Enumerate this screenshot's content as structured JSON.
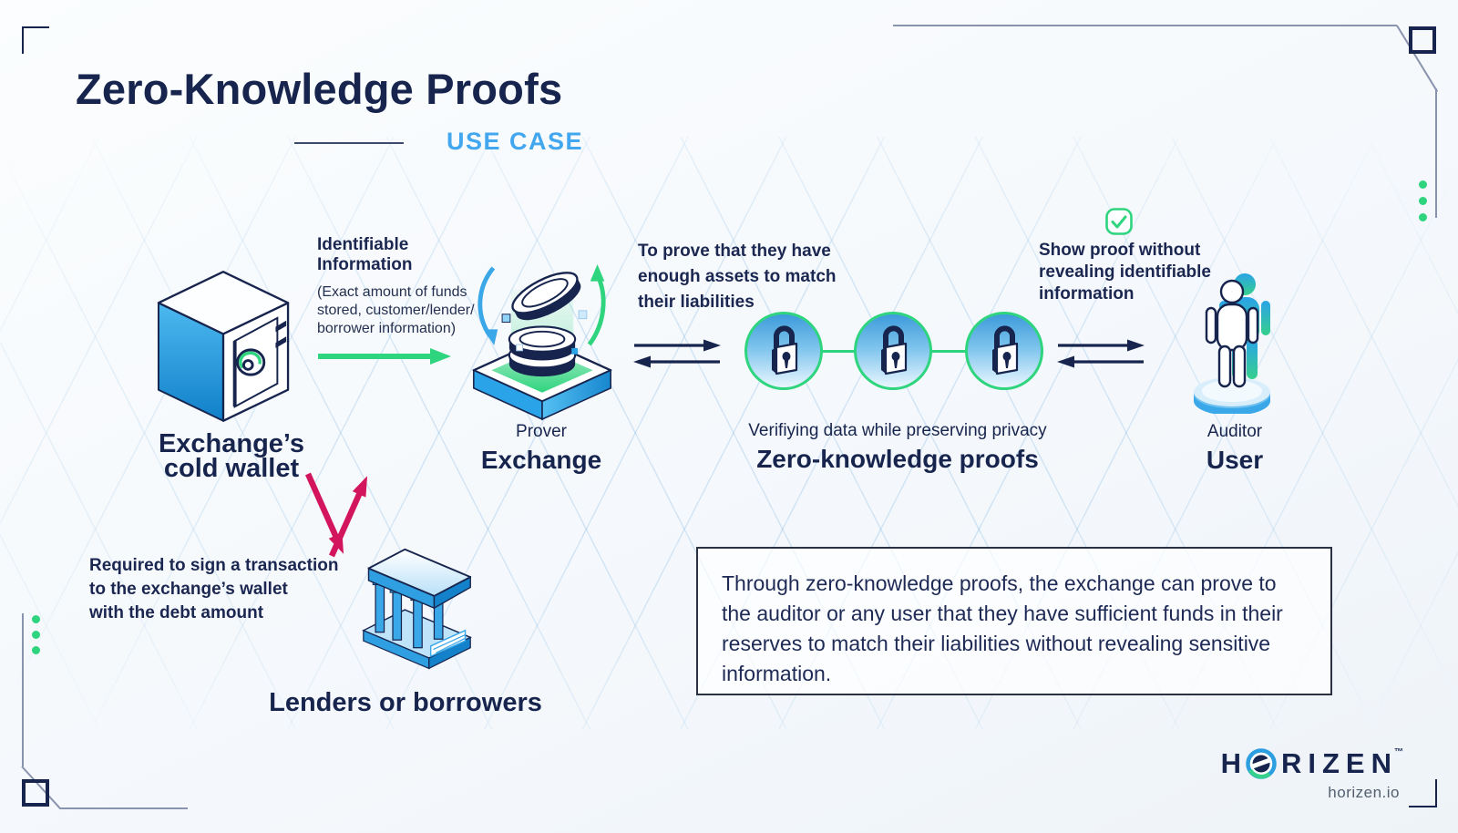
{
  "header": {
    "title": "Zero-Knowledge Proofs",
    "subtitle": "USE CASE"
  },
  "colors": {
    "navy": "#17254e",
    "accent_blue": "#42a7ee",
    "green": "#2ed47e",
    "crimson": "#d2155c",
    "icon_blue": "#2aa3e8"
  },
  "icons": {
    "cold_wallet": "safe-icon",
    "prover": "coins-platform-icon",
    "zk": "padlock-icon",
    "auditor": "person-icon",
    "lenders": "bank-icon",
    "approval": "check-icon"
  },
  "flow": {
    "cold_wallet": {
      "name_lines": [
        "Exchange’s",
        "cold wallet"
      ]
    },
    "identifiable_info": {
      "heading_lines": [
        "Identifiable",
        "Information"
      ],
      "detail_lines": [
        "(Exact amount of funds",
        "stored, customer/lender/",
        "borrower information)"
      ]
    },
    "prover": {
      "role": "Prover",
      "name": "Exchange"
    },
    "prove_note_lines": [
      "To prove that they have",
      "enough assets to match",
      "their liabilities"
    ],
    "zk": {
      "caption": "Verifiying data while preserving privacy",
      "name": "Zero-knowledge proofs"
    },
    "show_note_lines": [
      "Show proof without",
      "revealing identifiable",
      "information"
    ],
    "auditor": {
      "role": "Auditor",
      "name": "User"
    },
    "sign_note_lines": [
      "Required to sign a transaction",
      "to the exchange’s wallet",
      "with the debt amount"
    ],
    "lenders": {
      "name": "Lenders or borrowers"
    }
  },
  "summary": {
    "text": "Through zero-knowledge proofs, the exchange can prove to the auditor or any user that they have sufficient funds in their reserves to match their liabilities without revealing sensitive information."
  },
  "footer": {
    "logo_h": "H",
    "logo_rest": "RIZEN",
    "logo_tm": "™",
    "site": "horizen.io"
  }
}
